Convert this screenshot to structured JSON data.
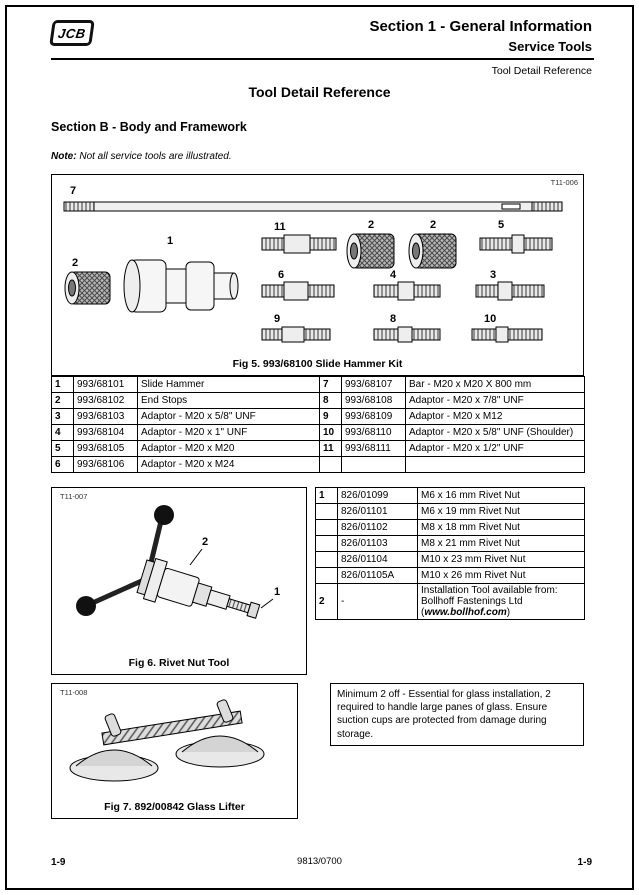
{
  "logo": "JCB",
  "header": {
    "section": "Section 1 - General Information",
    "subsection": "Service Tools",
    "breadcrumb": "Tool Detail Reference"
  },
  "page_title": "Tool Detail Reference",
  "section_heading": "Section B - Body and Framework",
  "note": {
    "label": "Note:",
    "text": "Not all service tools are illustrated."
  },
  "fig5": {
    "ref": "T11-006",
    "caption": "Fig 5. 993/68100 Slide Hammer Kit",
    "items": [
      "7",
      "2",
      "1",
      "11",
      "2",
      "2",
      "5",
      "6",
      "4",
      "3",
      "9",
      "8",
      "10"
    ]
  },
  "slide_hammer_table": {
    "rows": [
      [
        "1",
        "993/68101",
        "Slide Hammer",
        "7",
        "993/68107",
        "Bar - M20 x M20 X 800 mm"
      ],
      [
        "2",
        "993/68102",
        "End Stops",
        "8",
        "993/68108",
        "Adaptor - M20 x 7/8\" UNF"
      ],
      [
        "3",
        "993/68103",
        "Adaptor - M20 x 5/8\" UNF",
        "9",
        "993/68109",
        "Adaptor - M20 x M12"
      ],
      [
        "4",
        "993/68104",
        "Adaptor - M20 x 1\" UNF",
        "10",
        "993/68110",
        "Adaptor - M20 x 5/8\" UNF (Shoulder)"
      ],
      [
        "5",
        "993/68105",
        "Adaptor - M20 x M20",
        "11",
        "993/68111",
        "Adaptor - M20 x 1/2\" UNF"
      ],
      [
        "6",
        "993/68106",
        "Adaptor - M20 x M24",
        "",
        "",
        ""
      ]
    ]
  },
  "fig6": {
    "ref": "T11-007",
    "caption": "Fig 6. Rivet Nut Tool",
    "items": [
      "2",
      "1"
    ]
  },
  "rivet_nut_table": {
    "rows": [
      [
        "1",
        "826/01099",
        "M6 x 16 mm Rivet Nut"
      ],
      [
        "",
        "826/01101",
        "M6 x 19 mm Rivet Nut"
      ],
      [
        "",
        "826/01102",
        "M8 x 18 mm Rivet Nut"
      ],
      [
        "",
        "826/01103",
        "M8 x 21 mm Rivet Nut"
      ],
      [
        "",
        "826/01104",
        "M10 x 23 mm Rivet Nut"
      ],
      [
        "",
        "826/01105A",
        "M10 x 26 mm Rivet Nut"
      ]
    ],
    "last_row": {
      "num": "2",
      "part": "-",
      "desc_prefix": "Installation Tool available from: Bollhoff Fastenings Ltd (",
      "desc_bold": "www.bollhof.com",
      "desc_suffix": ")"
    }
  },
  "fig7": {
    "ref": "T11-008",
    "caption": "Fig 7. 892/00842 Glass Lifter"
  },
  "glass_note": "Minimum 2 off - Essential for glass installation, 2 required to handle large panes of glass. Ensure suction cups are protected from damage during storage.",
  "footer": {
    "left": "1-9",
    "center": "9813/0700",
    "right": "1-9"
  }
}
